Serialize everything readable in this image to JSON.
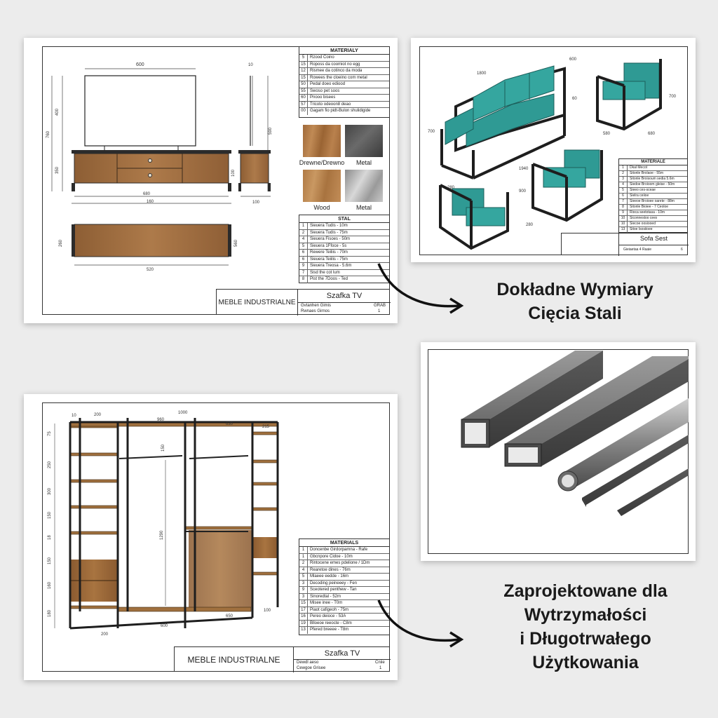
{
  "colors": {
    "wood": "#9b6a3f",
    "steel": "#2b2b2b",
    "cushion": "#2f9a94",
    "caption": "#1a1a1a"
  },
  "tv_sheet": {
    "dims": {
      "top_width": "600",
      "left_total": "760",
      "left_upper": "400",
      "left_lower": "350",
      "side_top": "10",
      "side_height": "590",
      "side_right": "100",
      "side_bottom": "100",
      "inner_width": "680",
      "outer_width": "160",
      "plan_left": "260",
      "plan_right": "560",
      "plan_width": "520"
    },
    "materials_title": "MATERIALY",
    "materials": [
      {
        "n": "5",
        "t": "Rzood Coino"
      },
      {
        "n": "15",
        "t": "Roposs da coomiot no egg"
      },
      {
        "n": "12",
        "t": "Rismee da cotinco da moda"
      },
      {
        "n": "15",
        "t": "Rowees the cloeino com metal"
      },
      {
        "n": "50",
        "t": "Pedal doeo ediood"
      },
      {
        "n": "55",
        "t": "Swoso pet soos"
      },
      {
        "n": "60",
        "t": "Pnooo bisees"
      },
      {
        "n": "57",
        "t": "Tricoto odeoon8 deao"
      },
      {
        "n": "00",
        "t": "Gagam fio pidt-Bulon shulidigide"
      }
    ],
    "swatch_labels": [
      "Drewne/Drewno",
      "Metal",
      "Wood",
      "Metal"
    ],
    "steel_title": "STAL",
    "steel": [
      {
        "n": "1",
        "t": "Sieuera Tudis - 10m"
      },
      {
        "n": "2",
        "t": "Sieuera Tudis - 75m"
      },
      {
        "n": "4",
        "t": "Sieuera Fisoes - 50m"
      },
      {
        "n": "5",
        "t": "Sieuera 1Ffoce - 5s"
      },
      {
        "n": "6",
        "t": "Rewere Teiliis - 70m"
      },
      {
        "n": "6",
        "t": "Sieuera Teiilis - 75m"
      },
      {
        "n": "9",
        "t": "Sieuera Treosa - 5.6m"
      },
      {
        "n": "7",
        "t": "Sisd the cot lum"
      },
      {
        "n": "8",
        "t": "Pist the 7Doos - Ted"
      }
    ],
    "title_block": {
      "company": "MEBLE INDUSTRIALNE",
      "title": "Szafka TV",
      "sub1": "Gvtanhen Gimis",
      "sub2": "Rwnaes Girnos",
      "code": "GRAB",
      "page": "1"
    }
  },
  "sofa_sheet": {
    "dims": {
      "sofa_len": "1800",
      "sofa_depth": "600",
      "sofa_arm": "60",
      "sofa_h": "700",
      "sofa_side": "280",
      "sofa_base": "1940",
      "chair_h": "700",
      "chair_w": "580",
      "chair_d": "680",
      "chair2_h": "900",
      "chair2_d": "280"
    },
    "materials_title": "MATERIALE",
    "materials": [
      {
        "n": "1",
        "t": "Dkal Mecot"
      },
      {
        "n": "2",
        "t": "Sitonle Brolaoe - 55m"
      },
      {
        "n": "3",
        "t": "Sitonle Broisoum sedia 5.6m"
      },
      {
        "n": "4",
        "t": "Siedoe Broioom gleise - 50m"
      },
      {
        "n": "5",
        "t": "Sieeo ces-sceae"
      },
      {
        "n": "6",
        "t": "Sielra ceiioe"
      },
      {
        "n": "7",
        "t": "Sieeoe Broioee oarete - 88m"
      },
      {
        "n": "8",
        "t": "Sitonle Bioiee - 7 Ceoloe"
      },
      {
        "n": "9",
        "t": "Rioca seetotasa - 10m"
      },
      {
        "n": "10",
        "t": "Siconnestoo cees"
      },
      {
        "n": "10",
        "t": "Siecoe oosiooed"
      },
      {
        "n": "13",
        "t": "Sitoe Isosiioee"
      }
    ],
    "title_block": {
      "title": "Sofa Sest",
      "sub": "Gieiaetaa 4 Raaie",
      "page": "6"
    }
  },
  "wardrobe_sheet": {
    "dims": {
      "top_total": "1000",
      "top_a": "200",
      "top_b": "960",
      "top_c": "630",
      "top_d": "215",
      "top_e": "10",
      "inner_h": "1290",
      "bot_a": "200",
      "bot_b": "600",
      "bot_c": "650",
      "bot_d": "100",
      "upper_dim": "150",
      "left_dims": [
        "75",
        "250",
        "300",
        "150",
        "18",
        "150",
        "160",
        "180"
      ]
    },
    "materials_title": "MATERIALS",
    "materials": [
      {
        "n": "1",
        "t": "Doncenbe Girdorpamna - Rafe"
      },
      {
        "n": "1",
        "t": "Gbcnpore Cidoe - 10m"
      },
      {
        "n": "2",
        "t": "Rintocene emes pdelione / 1Dm"
      },
      {
        "n": "4",
        "t": "Rearetoe dines - 76m"
      },
      {
        "n": "5",
        "t": "Mlaeee eedde - 16m"
      },
      {
        "n": "3",
        "t": "Decoding peineeey - Fen"
      },
      {
        "n": "9",
        "t": "Sceotered penthew - Tan"
      },
      {
        "n": "3",
        "t": "Sinoredtal - 52m"
      },
      {
        "n": "15",
        "t": "Misee inee - T0m"
      },
      {
        "n": "17",
        "t": "Piaot cafigeoh - 75m"
      },
      {
        "n": "16",
        "t": "Pereo deioce - 53A"
      },
      {
        "n": "19",
        "t": "Blloeoe reeocte - C8m"
      },
      {
        "n": "13",
        "t": "Pfered breeee - T8m"
      }
    ],
    "title_block": {
      "company": "MEBLE INDUSTRIALNE",
      "title": "Szafka TV",
      "sub1": "Dewdl aeso",
      "sub2": "Cewgoe Grisee",
      "code": "Cniie",
      "page": "1"
    }
  },
  "captions": {
    "top_line1": "Dokładne Wymiary",
    "top_line2": "Cięcia Stali",
    "bottom_line1": "Zaprojektowane dla",
    "bottom_line2": "Wytrzymałości",
    "bottom_line3": "i Długotrwałego",
    "bottom_line4": "Użytkowania"
  }
}
